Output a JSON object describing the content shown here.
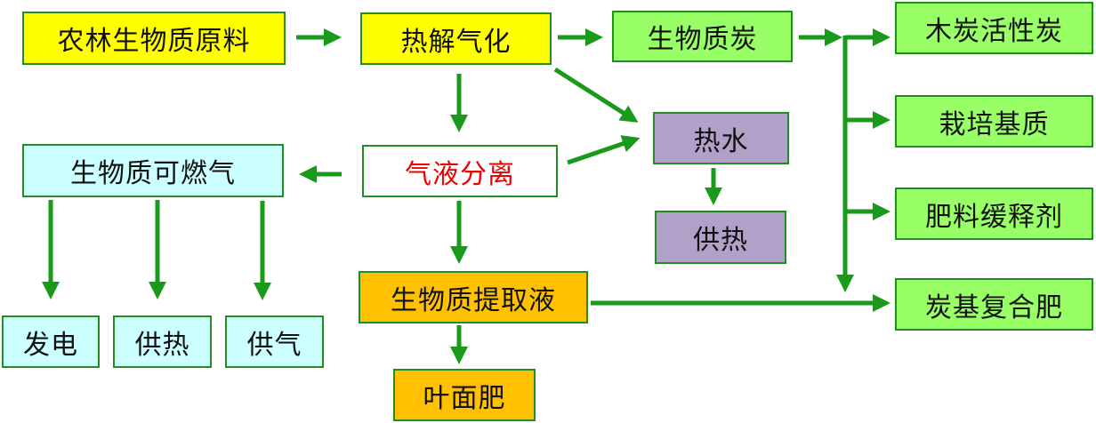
{
  "diagram": {
    "nodes": {
      "raw_material": "农林生物质原料",
      "pyrolysis": "热解气化",
      "biochar": "生物质炭",
      "activated_carbon": "木炭活性炭",
      "cultivation_substrate": "栽培基质",
      "slow_release_agent": "肥料缓释剂",
      "carbon_fertilizer": "炭基复合肥",
      "hot_water": "热水",
      "heat_supply_water": "供热",
      "separation": "气液分离",
      "combustible_gas": "生物质可燃气",
      "power_generation": "发电",
      "heat_supply_gas": "供热",
      "gas_supply": "供气",
      "extract_liquid": "生物质提取液",
      "foliar_fertilizer": "叶面肥"
    },
    "colors": {
      "arrow": "#1a9a1a",
      "border": "#1f8f1f",
      "highlight_text": "#ee0000"
    }
  }
}
